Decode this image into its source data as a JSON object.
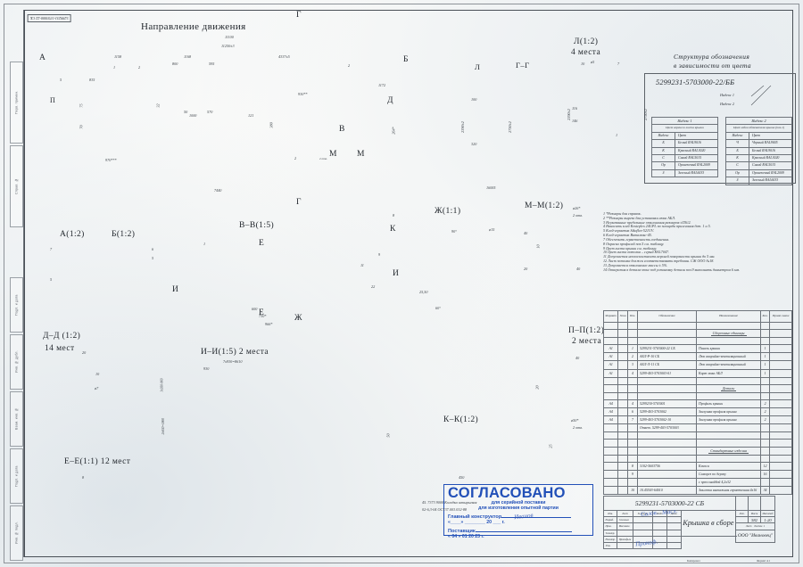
{
  "sheet": {
    "drawing_number_tag": "5299231-5703000-22 СБ",
    "main_title": "Направление движения"
  },
  "designation": {
    "caption_line1": "Структура обозначения",
    "caption_line2": "в зависимости от цвета",
    "number": "5299231-5703000-22/ББ",
    "index1_label": "Индекс 1",
    "index2_label": "Индекс 2",
    "table1": {
      "header": "Индекс 1",
      "subheader": "Цвет верхнего листа крыши",
      "col_index": "Индекс",
      "col_color": "Цвет",
      "rows": [
        {
          "index": "Б",
          "color": "Белый RAL9016"
        },
        {
          "index": "К",
          "color": "Красный RAL3020"
        },
        {
          "index": "С",
          "color": "Синий RAL5015"
        },
        {
          "index": "Ор",
          "color": "Оранжевый RAL2009"
        },
        {
          "index": "З",
          "color": "Зеленый RAL6033"
        }
      ]
    },
    "table2": {
      "header": "Индекс 2",
      "subheader": "Цвет юбки обтекателя крыши (поз.1)",
      "col_index": "Индекс",
      "col_color": "Цвет",
      "rows": [
        {
          "index": "Ч",
          "color": "Черный RAL9005"
        },
        {
          "index": "Б",
          "color": "Белый RAL9016"
        },
        {
          "index": "К",
          "color": "Красный RAL3020"
        },
        {
          "index": "С",
          "color": "Синий RAL5015"
        },
        {
          "index": "Ор",
          "color": "Оранжевый RAL2009"
        },
        {
          "index": "З",
          "color": "Зеленый RAL6033"
        }
      ]
    }
  },
  "view_labels": [
    {
      "id": "L",
      "text": "Л(1:2)",
      "sub": "4 места"
    },
    {
      "id": "MM",
      "text": "М–М(1:2)",
      "sub": ""
    },
    {
      "id": "PP",
      "text": "П–П(1:2)",
      "sub": "2 места"
    },
    {
      "id": "A",
      "text": "А(1:2)",
      "sub": ""
    },
    {
      "id": "B",
      "text": "Б(1:2)",
      "sub": ""
    },
    {
      "id": "VV",
      "text": "В–В(1:5)",
      "sub": ""
    },
    {
      "id": "ZH",
      "text": "Ж(1:1)",
      "sub": ""
    },
    {
      "id": "DD",
      "text": "Д–Д (1:2)",
      "sub": "14 мест"
    },
    {
      "id": "II",
      "text": "И–И(1:5) 2 места",
      "sub": ""
    },
    {
      "id": "EE",
      "text": "Е–Е(1:1) 12 мест",
      "sub": ""
    },
    {
      "id": "KK",
      "text": "К–К(1:2)",
      "sub": ""
    },
    {
      "id": "L2",
      "text": "Л",
      "sub": ""
    },
    {
      "id": "GG",
      "text": "Г–Г",
      "sub": ""
    }
  ],
  "section_marks": [
    "А",
    "Б",
    "В",
    "Г",
    "Д",
    "Е",
    "Ж",
    "И",
    "К",
    "Л",
    "М",
    "П"
  ],
  "notes": {
    "items": [
      "1  *Размеры для справок.",
      "2  **Размеры выреза для установки люка АБЛ.",
      "3  Неуказанные предельные отклонения размеров ±IT6/2.",
      "4  Наносить клей Kosteplex  24GPL по площади прилегания дет. 1 и 5.",
      "5  Клей-герметик Sikaflex-521UV.",
      "6  Клей-герметик Bиталюкс-45.",
      "7  Обеспечить герметичность соединения.",
      "8  Окраска профилей поз.5 см. таблицу.",
      "9  Цвет листа крыши см. таблицу.",
      "10  Цвет листа потолка – серый RAL7047.",
      "11  Допускается неплоскостность верхней поверхности крыши до 5 мм.",
      "12  Лист потолка должен соответствовать требован. СЖ ООО №18.",
      "13  Допускается отклонение массы ± 5%.",
      "14  Отверстия в детали-люке под установку детали поз.9 выполнять диаметром 6 мм."
    ]
  },
  "spec_table": {
    "columns": [
      "Формат",
      "Зона",
      "Поз.",
      "Обозначение",
      "Наименование",
      "Кол.",
      "Приме-чание"
    ],
    "sections": [
      {
        "title": "Сборочные единицы",
        "rows": [
          {
            "fmt": "А1",
            "zone": "",
            "pos": "1",
            "code": "5299231-5703000-22 СБ",
            "name": "Панель крыши",
            "qty": "1",
            "note": ""
          },
          {
            "fmt": "А1",
            "zone": "",
            "pos": "2",
            "code": "АБЛ-Р-10 СБ",
            "name": "Люк аварийно-вентиляционный",
            "qty": "1",
            "note": ""
          },
          {
            "fmt": "А1",
            "zone": "",
            "pos": "3",
            "code": "АБЛ-Л-11 СБ",
            "name": "Люк аварийно-вентиляционный",
            "qty": "1",
            "note": ""
          },
          {
            "fmt": "А1",
            "zone": "",
            "pos": "4",
            "code": "5299-403-5703003-01",
            "name": "Карт люка АБЛ",
            "qty": "1",
            "note": ""
          }
        ]
      },
      {
        "title": "Детали",
        "rows": [
          {
            "fmt": "А4",
            "zone": "",
            "pos": "4",
            "code": "5299230-5703001",
            "name": "Профиль крыши",
            "qty": "2",
            "note": ""
          },
          {
            "fmt": "А4",
            "zone": "",
            "pos": "6",
            "code": "5299-403-5703002",
            "name": "Заглушка профиля крыши",
            "qty": "2",
            "note": ""
          },
          {
            "fmt": "А4",
            "zone": "",
            "pos": "7",
            "code": "5299-403-5703002-10",
            "name": "Заглушка профиля крыши",
            "qty": "2",
            "note": ""
          },
          {
            "fmt": "",
            "zone": "",
            "pos": "",
            "code": "Ответ. 5299-403-5703003",
            "name": "",
            "qty": "",
            "note": ""
          }
        ]
      },
      {
        "title": "Стандартные изделия",
        "rows": [
          {
            "fmt": "",
            "zone": "",
            "pos": "8",
            "code": "3102-5603756",
            "name": "Клипса",
            "qty": "12",
            "note": ""
          },
          {
            "fmt": "",
            "zone": "",
            "pos": "9",
            "code": "",
            "name": "Саморез по дереву",
            "qty": "16",
            "note": ""
          },
          {
            "fmt": "",
            "zone": "",
            "pos": "",
            "code": "",
            "name": "с прессшайбой 4,2х32",
            "qty": "",
            "note": ""
          },
          {
            "fmt": "",
            "zone": "",
            "pos": "10",
            "code": "10.45503-64010",
            "name": "Заклепка вытяжная герметичная 4х16",
            "qty": "34",
            "note": ""
          }
        ]
      }
    ]
  },
  "title_block": {
    "designation": "5299231-5703000-22 СБ",
    "name": "Крышка в сборе",
    "company": "ООО \"Ивановец\"",
    "col_headers": [
      "Изм.",
      "Лист",
      "№ докум.",
      "Подп.",
      "Дата"
    ],
    "rows": [
      "Разраб.",
      "Пров.",
      "Т.контр.",
      "Н.контр.",
      "Утв."
    ],
    "names": [
      "Соловьев",
      "Маслаков",
      "",
      "Прокофьев",
      ""
    ],
    "mass_label": "Масса",
    "scale_label": "Масштаб",
    "mass_value": "582",
    "scale_value": "1:20",
    "lit_label": "Лит.",
    "sheet_label": "Лист",
    "sheets_label": "Листов",
    "sheets_value": "1",
    "footer_left": "Копировал",
    "footer_right": "Формат   А1"
  },
  "approval_stamp": {
    "title": "СОГЛАСОВАНО",
    "sub1": "для серийной поставки",
    "sub2": "для изготовления опытной партии",
    "row1": "Главный конструктор",
    "row2": "Поставщик",
    "date1": "«____» ________ 20 ___ г.",
    "date2": "« 04 »    01      20 23 г.",
    "color": "#2250b8"
  },
  "callouts": {
    "note_text_1": "45. 7373 9000 Колодка штырьевая",
    "note_text_2": "02-6,3-04  ОСТ37.003.032-88"
  },
  "dimensions": {
    "main_top": [
      "11100",
      "11250±3",
      "1158",
      "1168",
      "1250",
      "800",
      "595",
      "4337±5",
      "1172",
      "50",
      "570",
      "1000",
      "121",
      "970***",
      "930**",
      "7440",
      "16005"
    ],
    "main_left": [
      "835",
      "75",
      "70",
      "32",
      "380",
      "2",
      "4",
      "5",
      "1"
    ],
    "vv": [
      "600",
      "730*",
      "966*",
      "1",
      "11",
      "22",
      "5"
    ],
    "ii": [
      "7х930=8610",
      "930",
      "1х930-960",
      "2х930=1860"
    ],
    "dd": [
      "20",
      "10",
      "ø7"
    ],
    "mm": [
      "ø26*",
      "2 отв.",
      "40",
      "10",
      "20"
    ],
    "pp": [
      "40",
      "ø50*",
      "2 отв.",
      "20"
    ],
    "kk": [
      "450",
      "25",
      "50"
    ],
    "zh": [
      "90°",
      "ø15",
      "60°",
      "25,50",
      "40",
      "20",
      "9",
      "8"
    ],
    "l": [
      "ø5",
      "10",
      "116",
      "146",
      "2390±2",
      "2750±2",
      "7",
      "1"
    ],
    "gg": [
      "2390±2",
      "2750±2",
      "100",
      "320"
    ]
  },
  "balloon_numbers": [
    "1",
    "2",
    "3",
    "4",
    "5",
    "6",
    "7",
    "8",
    "9",
    "10",
    "11"
  ],
  "margin_boxes": [
    "Перв. примен.",
    "Справ. №",
    "Подп. и дата",
    "Инв. № дубл.",
    "Взам. инв. №",
    "Подп. и дата",
    "Инв. № подл."
  ]
}
